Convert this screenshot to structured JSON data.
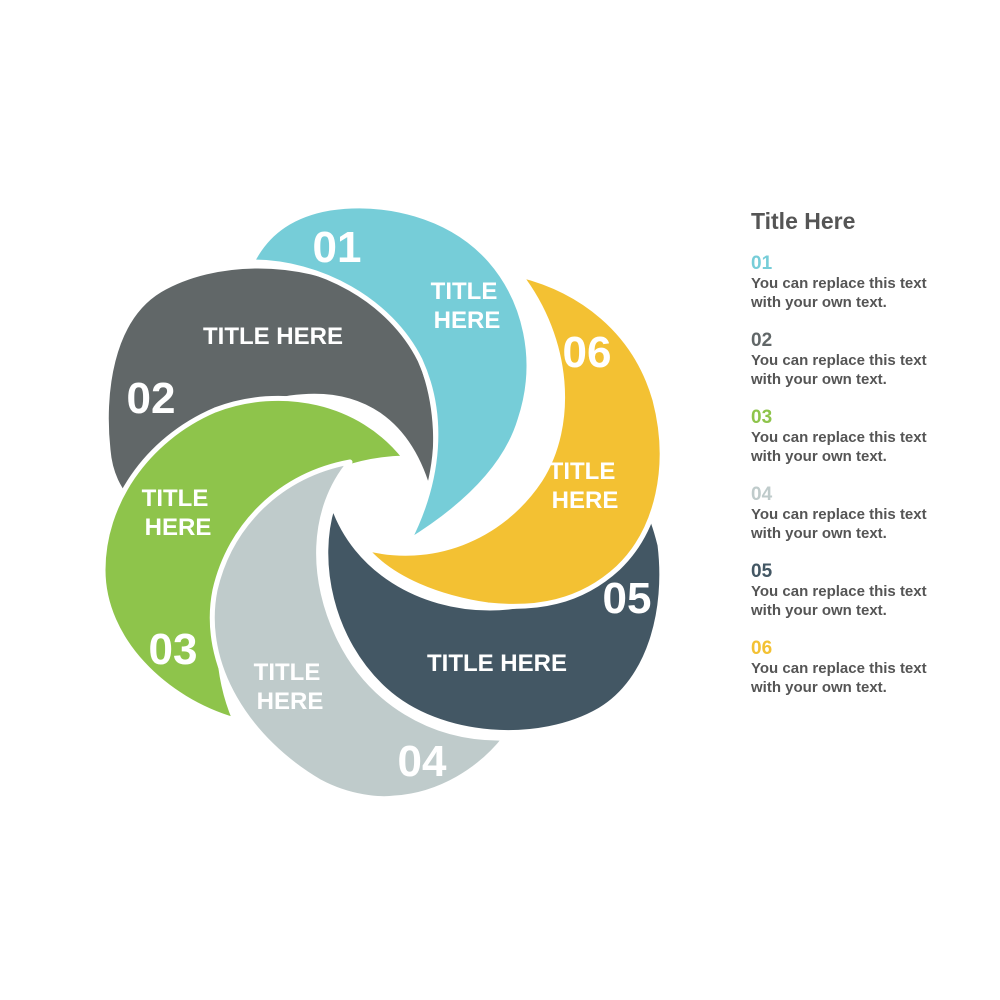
{
  "diagram": {
    "segments": [
      {
        "number": "01",
        "title_lines": [
          "TITLE",
          "HERE"
        ],
        "color": "#76CDD8"
      },
      {
        "number": "02",
        "title_lines": [
          "TITLE HERE"
        ],
        "color": "#616768"
      },
      {
        "number": "03",
        "title_lines": [
          "TITLE",
          "HERE"
        ],
        "color": "#8EC44B"
      },
      {
        "number": "04",
        "title_lines": [
          "TITLE",
          "HERE"
        ],
        "color": "#BFCBCB"
      },
      {
        "number": "05",
        "title_lines": [
          "TITLE HERE"
        ],
        "color": "#435764"
      },
      {
        "number": "06",
        "title_lines": [
          "TITLE",
          "HERE"
        ],
        "color": "#F3C133"
      }
    ]
  },
  "side_panel": {
    "title": "Title Here",
    "items": [
      {
        "number": "01",
        "text": "You can replace this text with your own text.",
        "color": "#76CDD8"
      },
      {
        "number": "02",
        "text": "You can replace this text with your own text.",
        "color": "#616768"
      },
      {
        "number": "03",
        "text": "You can replace this text with your own text.",
        "color": "#8EC44B"
      },
      {
        "number": "04",
        "text": "You can replace this text with your own text.",
        "color": "#BFCBCB"
      },
      {
        "number": "05",
        "text": "You can replace this text with your own text.",
        "color": "#435764"
      },
      {
        "number": "06",
        "text": "You can replace this text with your own text.",
        "color": "#F3C133"
      }
    ]
  }
}
